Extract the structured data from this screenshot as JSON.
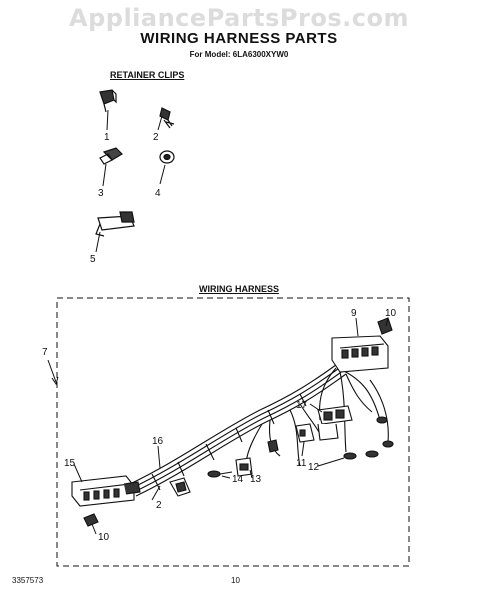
{
  "watermark": "AppliancePartsPros.com",
  "title": "WIRING HARNESS PARTS",
  "model": "For Model: 6LA6300XYW0",
  "sections": {
    "retainer_clips": "RETAINER CLIPS",
    "wiring_harness": "WIRING HARNESS"
  },
  "callouts": {
    "c1": "1",
    "c2": "2",
    "c3": "3",
    "c4": "4",
    "c5": "5",
    "c7": "7",
    "c9": "9",
    "c10a": "10",
    "c10b": "10",
    "c11": "11",
    "c12": "12",
    "c13": "13",
    "c14": "14",
    "c15": "15",
    "c16": "16",
    "c17": "17",
    "c2b": "2"
  },
  "footer": {
    "doc_number": "3357573",
    "page_number": "10"
  }
}
